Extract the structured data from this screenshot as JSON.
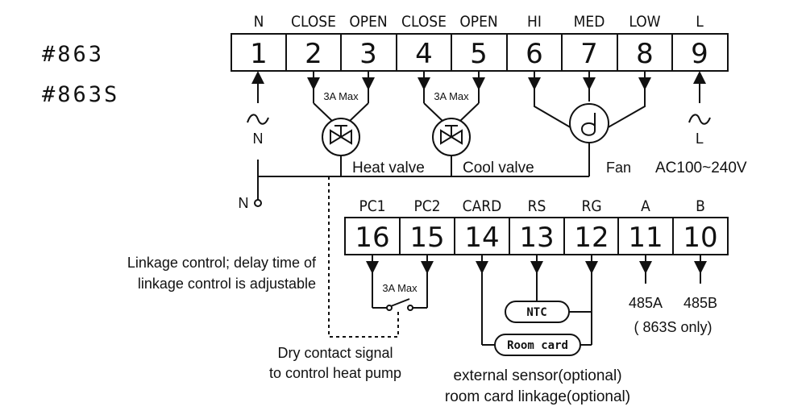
{
  "models": [
    "#863",
    "#863S"
  ],
  "top_terminals": [
    {
      "label": "N",
      "number": "1"
    },
    {
      "label": "CLOSE",
      "number": "2"
    },
    {
      "label": "OPEN",
      "number": "3"
    },
    {
      "label": "CLOSE",
      "number": "4"
    },
    {
      "label": "OPEN",
      "number": "5"
    },
    {
      "label": "HI",
      "number": "6"
    },
    {
      "label": "MED",
      "number": "7"
    },
    {
      "label": "LOW",
      "number": "8"
    },
    {
      "label": "L",
      "number": "9"
    }
  ],
  "bottom_terminals": [
    {
      "label": "PC1",
      "number": "16"
    },
    {
      "label": "PC2",
      "number": "15"
    },
    {
      "label": "CARD",
      "number": "14"
    },
    {
      "label": "RS",
      "number": "13"
    },
    {
      "label": "RG",
      "number": "12"
    },
    {
      "label": "A",
      "number": "11"
    },
    {
      "label": "B",
      "number": "10"
    }
  ],
  "symbols": {
    "ac": "~",
    "neutral": "N",
    "line": "L",
    "neutral_point": "N"
  },
  "labels": {
    "heat_max": "3A Max",
    "cool_max": "3A Max",
    "relay_max": "3A Max",
    "heat_valve": "Heat valve",
    "cool_valve": "Cool valve",
    "fan": "Fan",
    "voltage": "AC100~240V",
    "linkage_line1": "Linkage control; delay time of",
    "linkage_line2": "linkage control is adjustable",
    "dry_line1": "Dry contact signal",
    "dry_line2": "to control heat pump",
    "ntc": "NTC",
    "room_card": "Room card",
    "a485": "485A",
    "b485": "485B",
    "only": "( 863S only)",
    "ext_sensor": "external sensor(optional)",
    "room_linkage": "room card linkage(optional)"
  },
  "icons": {
    "valve": "valve-icon",
    "fan": "fan-icon",
    "contact": "switch-contact-icon"
  }
}
